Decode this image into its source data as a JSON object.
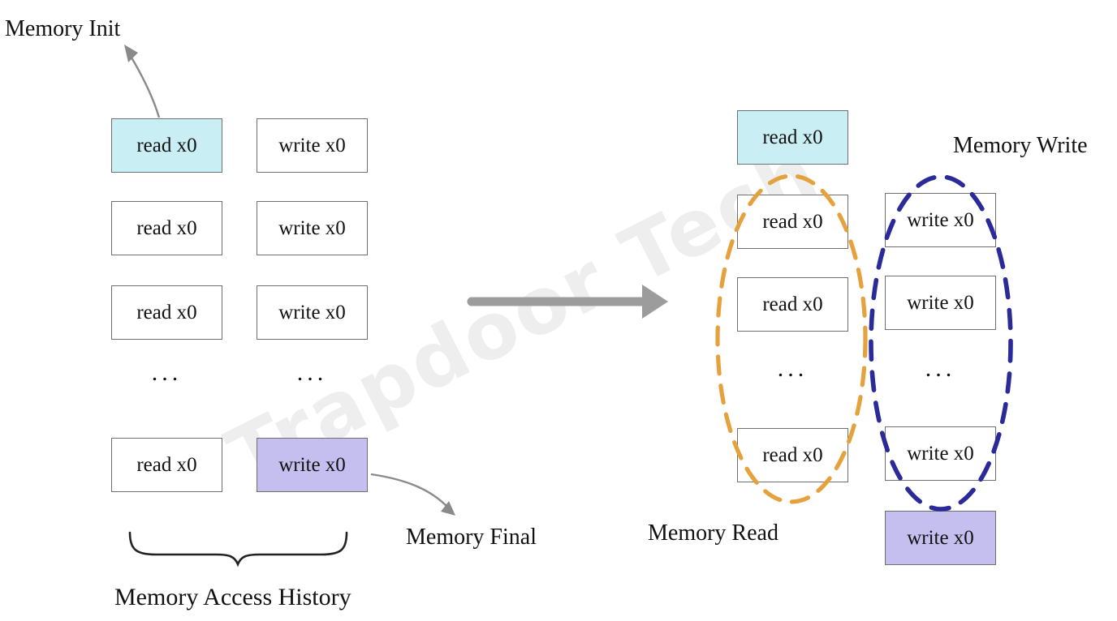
{
  "watermark": {
    "text": "Trapdoor Tech"
  },
  "labels": {
    "memory_init": "Memory Init",
    "memory_final": "Memory Final",
    "memory_access_history": "Memory Access History",
    "memory_read": "Memory Read",
    "memory_write": "Memory Write"
  },
  "left_group": {
    "read_column": [
      "read x0",
      "read x0",
      "read x0",
      "...",
      "read x0"
    ],
    "write_column": [
      "write x0",
      "write x0",
      "write x0",
      "...",
      "write x0"
    ]
  },
  "right_group": {
    "read_column": [
      "read x0",
      "read x0",
      "read x0",
      "...",
      "read x0"
    ],
    "write_column": [
      "write x0",
      "write x0",
      "...",
      "write x0",
      "write x0"
    ]
  },
  "colors": {
    "memory_init_highlight": "#c9eef3",
    "memory_final_highlight": "#c4bfee",
    "read_circle": "#e5a13c",
    "write_circle": "#2a2a99",
    "arrow_gray": "#9c9c9c",
    "thin_arrow_gray": "#8a8a8a",
    "box_border": "#6f6f6f"
  }
}
